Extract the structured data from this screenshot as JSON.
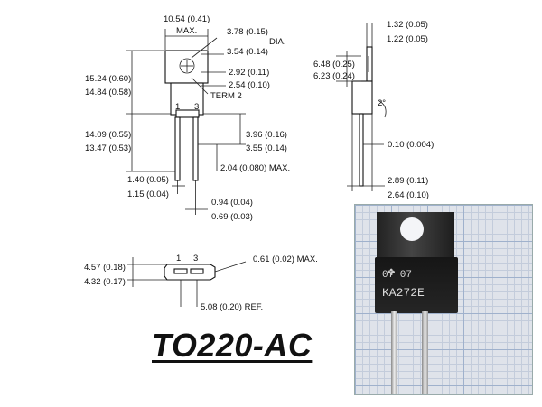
{
  "labels": {
    "d_top_width": "10.54 (0.41)",
    "d_top_max": "MAX.",
    "d_hole_a": "3.78 (0.15)",
    "d_hole_dia": "DIA.",
    "d_hole_b": "3.54 (0.14)",
    "d_hole_c": "2.92 (0.11)",
    "d_hole_d": "2.54 (0.10)",
    "term2": "TERM 2",
    "d_height_a": "15.24 (0.60)",
    "d_height_b": "14.84 (0.58)",
    "pin1": "1",
    "pin3": "3",
    "d_body_a": "14.09 (0.55)",
    "d_body_b": "13.47 (0.53)",
    "d_step_a": "3.96 (0.16)",
    "d_step_b": "3.55 (0.14)",
    "d_pitch": "2.04 (0.080) MAX.",
    "d_lead_a": "1.40 (0.05)",
    "d_lead_b": "1.15 (0.04)",
    "d_leadw_a": "0.94 (0.04)",
    "d_leadw_b": "0.69 (0.03)",
    "d_side_top_a": "1.32 (0.05)",
    "d_side_top_b": "1.22 (0.05)",
    "d_side_tab_a": "6.48 (0.25)",
    "d_side_tab_b": "6.23 (0.24)",
    "angle": "2°",
    "d_side_lead": "0.10 (0.004)",
    "d_side_bot_a": "2.89 (0.11)",
    "d_side_bot_b": "2.64 (0.10)",
    "d_bot_h_a": "4.57 (0.18)",
    "d_bot_h_b": "4.32 (0.17)",
    "d_bot_pin": "0.61 (0.02) MAX.",
    "d_bot_ref": "5.08 (0.20) REF.",
    "bot_pin1": "1",
    "bot_pin3": "3"
  },
  "title": "TO220-AC",
  "photo": {
    "line1": "07    07",
    "line2": "KA272E"
  }
}
